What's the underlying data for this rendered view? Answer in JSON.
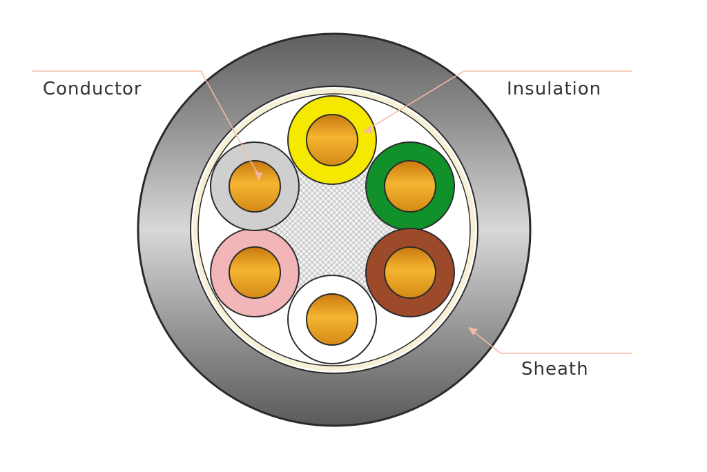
{
  "labels": {
    "conductor": "Conductor",
    "insulation": "Insulation",
    "sheath": "Sheath"
  },
  "colors": {
    "sheath_dark": "#6f6f6f",
    "sheath_light": "#c9c9c9",
    "inner_fill": "#ffffff",
    "inner_ring": "#f6f1d6",
    "filler_mesh": "#bdbdbd",
    "conductor_copper": "#d9921a",
    "conductor_highlight": "#f5b531",
    "leader_line": "#f4b9a6",
    "insulation": {
      "yellow": "#f5e900",
      "green": "#11912a",
      "brown": "#9c4a2a",
      "white": "#ffffff",
      "pink": "#f2b6b8",
      "grey": "#cfcfcf"
    }
  },
  "cores": [
    "yellow",
    "green",
    "brown",
    "white",
    "pink",
    "grey"
  ]
}
